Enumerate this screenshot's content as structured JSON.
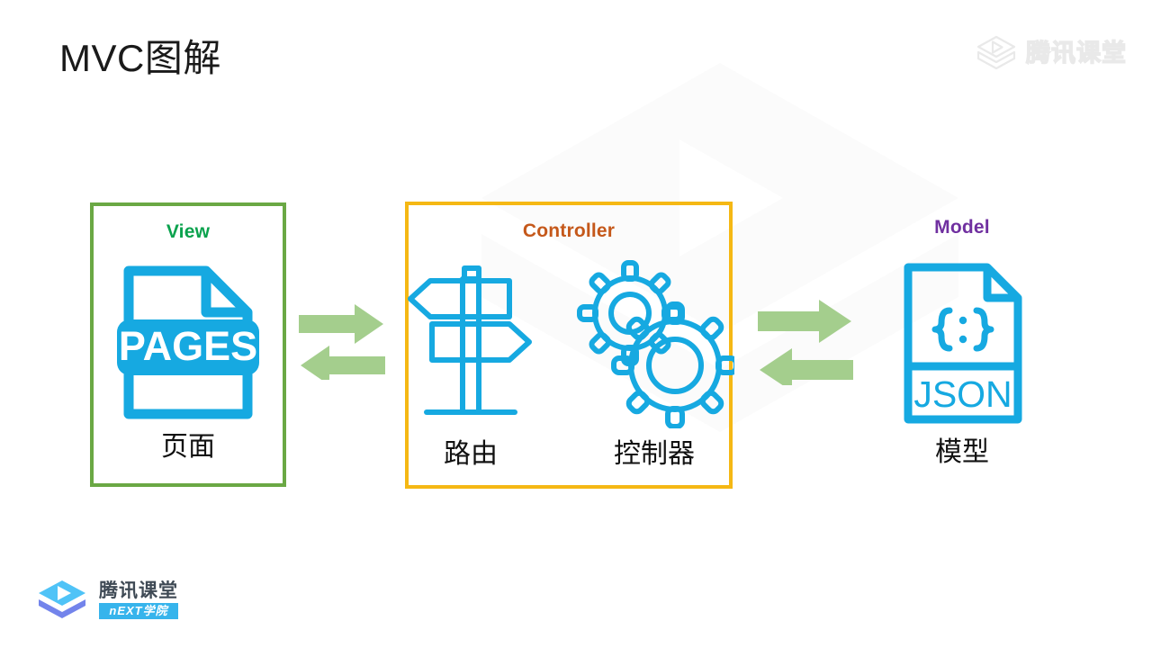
{
  "slide": {
    "title": "MVC图解",
    "background_color": "#ffffff"
  },
  "watermark_top_right": {
    "text": "腾讯课堂",
    "icon": "graduation-cap-play-icon",
    "color": "#e9e9e9"
  },
  "logo_bottom_left": {
    "main_text": "腾讯课堂",
    "sub_text": "nEXT学院",
    "icon": "graduation-cap-play-icon",
    "accent_color": "#36b4ec",
    "text_color": "#3f4a55"
  },
  "diagram": {
    "type": "mvc-flow",
    "colors": {
      "blue": "#16a9e1",
      "green_arrow": "#a4ce8d",
      "view_border": "#6aa844",
      "controller_border": "#f5b814",
      "view_label": "#0aa24d",
      "controller_label": "#c5581a",
      "model_label": "#7030a0"
    },
    "panels": [
      {
        "id": "view",
        "label": "View",
        "bordered": true,
        "items": [
          {
            "icon": "pages-file-icon",
            "icon_text": "PAGES",
            "caption": "页面"
          }
        ]
      },
      {
        "id": "controller",
        "label": "Controller",
        "bordered": true,
        "items": [
          {
            "icon": "signpost-icon",
            "icon_text": "",
            "caption": "路由"
          },
          {
            "icon": "gears-icon",
            "icon_text": "",
            "caption": "控制器"
          }
        ]
      },
      {
        "id": "model",
        "label": "Model",
        "bordered": false,
        "items": [
          {
            "icon": "json-file-icon",
            "icon_text": "JSON",
            "caption": "模型"
          }
        ]
      }
    ],
    "connectors": [
      {
        "id": "view-controller",
        "from": "view",
        "to": "controller",
        "direction": "bidirectional",
        "top_arrow": "right",
        "bottom_arrow": "left"
      },
      {
        "id": "controller-model",
        "from": "controller",
        "to": "model",
        "direction": "bidirectional",
        "top_arrow": "right",
        "bottom_arrow": "left"
      }
    ]
  }
}
